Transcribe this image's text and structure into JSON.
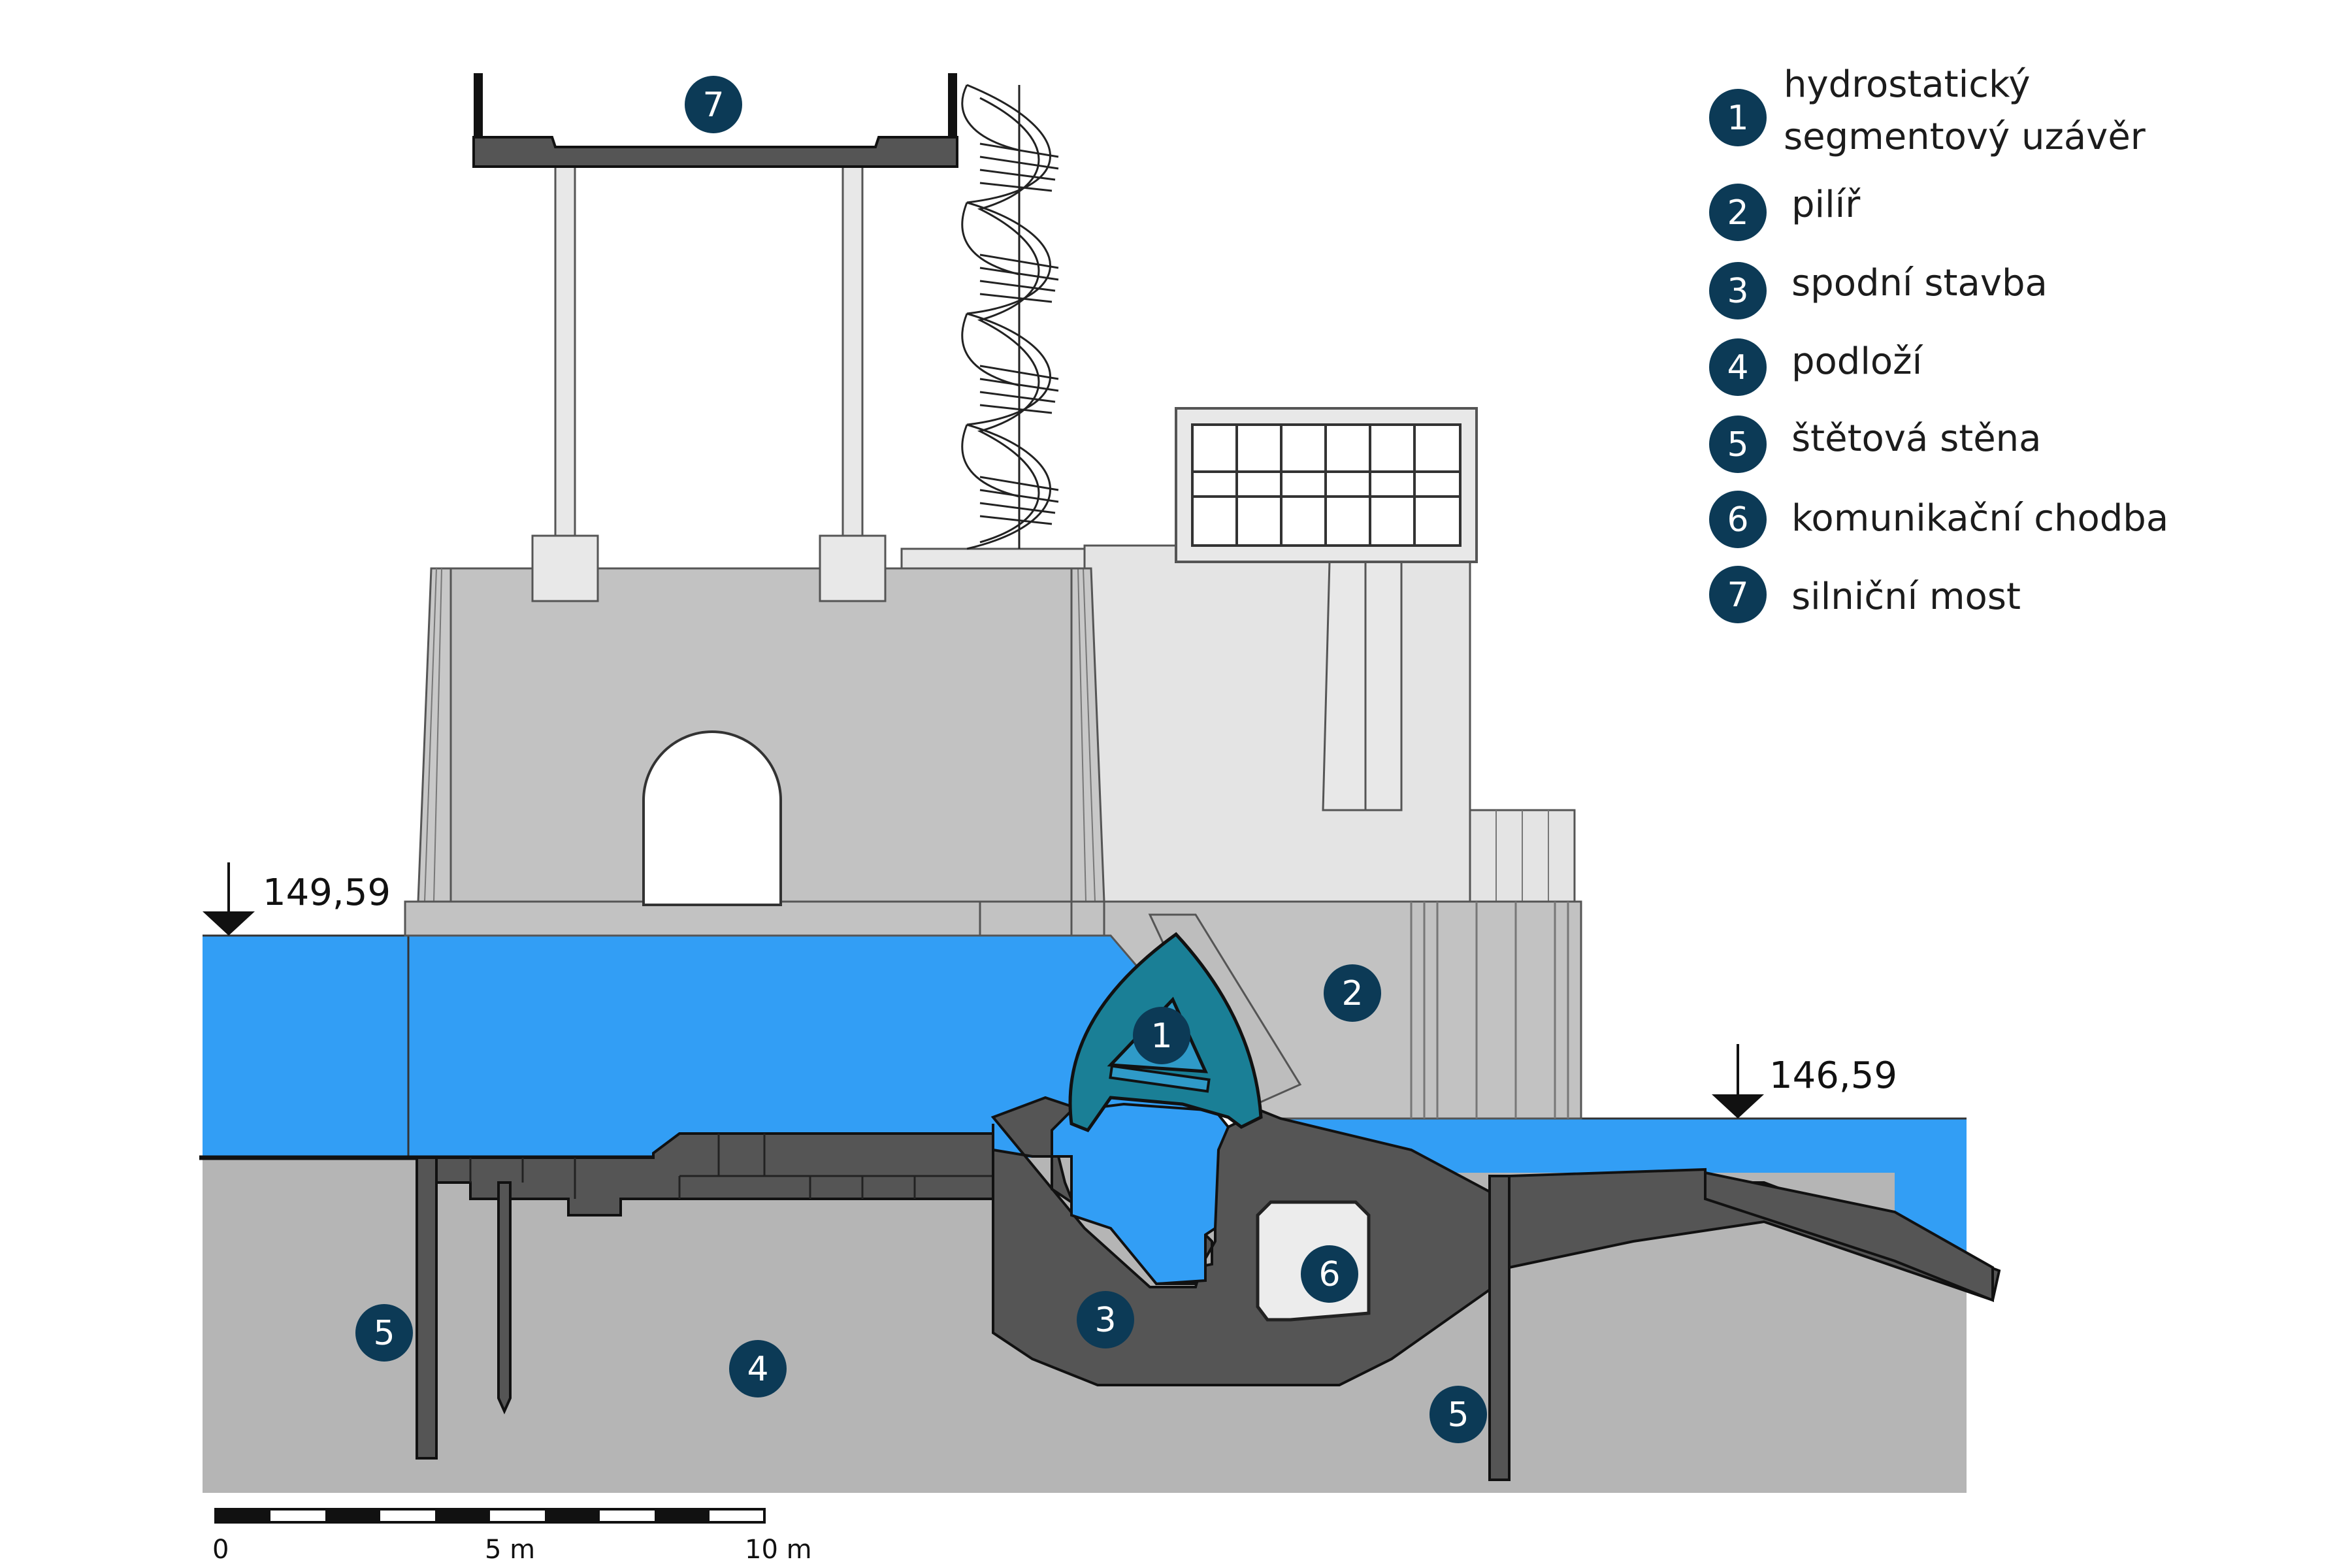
{
  "colors": {
    "water": "#329ef5",
    "water_gate": "#2f9ac8",
    "gate": "#1a7f96",
    "ground": "#b5b5b5",
    "pier": "#c2c2c2",
    "pier_light": "#e4e4e4",
    "concrete_dark": "#555555",
    "marker": "#0c3a56",
    "outline": "#333333"
  },
  "legend": [
    {
      "num": "1",
      "text_lines": [
        "hydrostatický",
        "segmentový uzávěr"
      ]
    },
    {
      "num": "2",
      "text_lines": [
        "pilíř"
      ]
    },
    {
      "num": "3",
      "text_lines": [
        "spodní stavba"
      ]
    },
    {
      "num": "4",
      "text_lines": [
        "podloží"
      ]
    },
    {
      "num": "5",
      "text_lines": [
        "štětová stěna"
      ]
    },
    {
      "num": "6",
      "text_lines": [
        "komunikační chodba"
      ]
    },
    {
      "num": "7",
      "text_lines": [
        "silniční most"
      ]
    }
  ],
  "markers": [
    "7",
    "2",
    "1",
    "3",
    "4",
    "5",
    "5",
    "6"
  ],
  "levels": {
    "upstream": "149,59",
    "downstream": "146,59"
  },
  "scale": {
    "labels": [
      "0",
      "5 m",
      "10 m"
    ]
  },
  "icons": {
    "level_marker": "triangle-down-icon",
    "stairs": "spiral-staircase-icon"
  }
}
